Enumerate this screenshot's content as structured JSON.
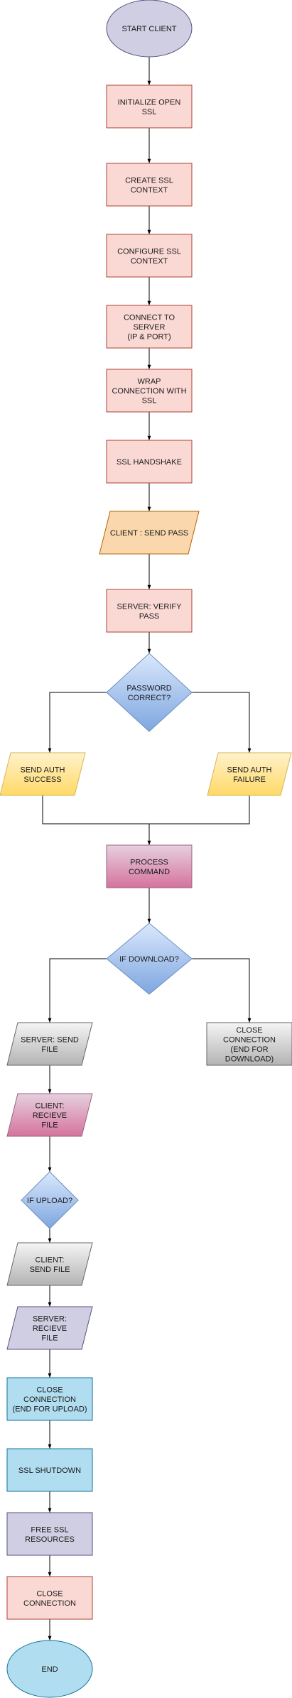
{
  "nodes": {
    "start_client": {
      "lines": [
        "START CLIENT"
      ]
    },
    "initialize_open_ssl": {
      "lines": [
        "INITIALIZE OPEN",
        "SSL"
      ]
    },
    "create_ssl_context": {
      "lines": [
        "CREATE SSL",
        "CONTEXT"
      ]
    },
    "configure_ssl_context": {
      "lines": [
        "CONFIGURE SSL",
        "CONTEXT"
      ]
    },
    "connect_to_server": {
      "lines": [
        "CONNECT TO",
        "SERVER",
        "(IP & PORT)"
      ]
    },
    "wrap_connection": {
      "lines": [
        "WRAP",
        "CONNECTION WITH",
        "SSL"
      ]
    },
    "ssl_handshake": {
      "lines": [
        "SSL HANDSHAKE"
      ]
    },
    "client_send_pass": {
      "lines": [
        "CLIENT : SEND PASS"
      ]
    },
    "server_verify_pass": {
      "lines": [
        "SERVER: VERIFY",
        "PASS"
      ]
    },
    "password_correct": {
      "lines": [
        "PASSWORD",
        "CORRECT?"
      ]
    },
    "send_auth_success": {
      "lines": [
        "SEND AUTH",
        "SUCCESS"
      ]
    },
    "send_auth_failure": {
      "lines": [
        "SEND AUTH",
        "FAILURE"
      ]
    },
    "process_command": {
      "lines": [
        "PROCESS",
        "COMMAND"
      ]
    },
    "if_download": {
      "lines": [
        "IF DOWNLOAD?"
      ]
    },
    "server_send_file": {
      "lines": [
        "SERVER: SEND",
        "FILE"
      ]
    },
    "close_connection_download": {
      "lines": [
        "CLOSE",
        "CONNECTION",
        "(END FOR",
        "DOWNLOAD)"
      ]
    },
    "client_recieve_file": {
      "lines": [
        "CLIENT:",
        "RECIEVE",
        "FILE"
      ]
    },
    "if_upload": {
      "lines": [
        "IF UPLOAD?"
      ]
    },
    "client_send_file": {
      "lines": [
        "CLIENT:",
        "SEND FILE"
      ]
    },
    "server_recieve_file": {
      "lines": [
        "SERVER:",
        "RECIEVE",
        "FILE"
      ]
    },
    "close_connection_upload": {
      "lines": [
        "CLOSE",
        "CONNECTION",
        "(END FOR UPLOAD)"
      ]
    },
    "ssl_shutdown": {
      "lines": [
        "SSL SHUTDOWN"
      ]
    },
    "free_ssl_resources": {
      "lines": [
        "FREE SSL",
        "RESOURCES"
      ]
    },
    "close_connection": {
      "lines": [
        "CLOSE",
        "CONNECTION"
      ]
    },
    "end": {
      "lines": [
        "END"
      ]
    }
  },
  "colors": {
    "pink_fill": "#fad9d5",
    "pink_stroke": "#ae4132",
    "lavender_fill": "#d0cee2",
    "lavender_stroke": "#56517e",
    "orange_fill": "#fad7ac",
    "orange_stroke": "#b46504",
    "blue_diamond_top": "#dae8fc",
    "blue_diamond_bottom": "#7ea6e0",
    "blue_diamond_stroke": "#6c8ebf",
    "yellow_top": "#fff2cc",
    "yellow_bottom": "#ffd966",
    "yellow_stroke": "#d6b656",
    "magenta_top": "#e6d0de",
    "magenta_bottom": "#d5739d",
    "magenta_stroke": "#996185",
    "gray_top": "#f5f5f5",
    "gray_bottom": "#b3b3b3",
    "gray_stroke": "#666666",
    "cyan_fill": "#b1ddf0",
    "cyan_stroke": "#10739e",
    "edge": "#000000"
  }
}
